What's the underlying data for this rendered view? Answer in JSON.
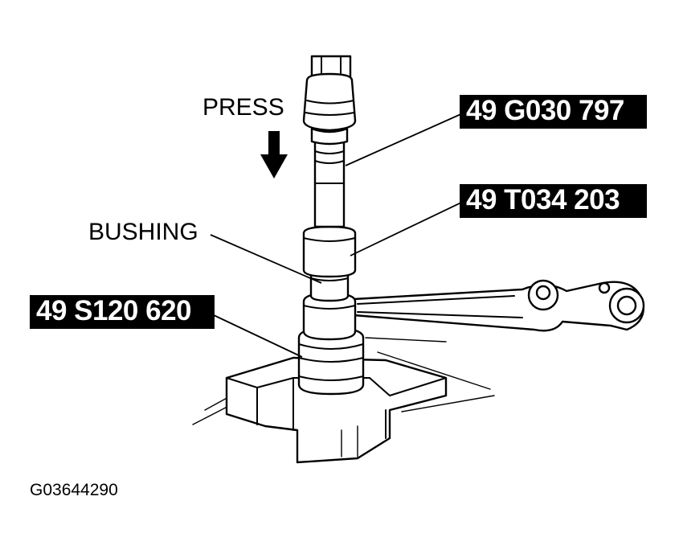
{
  "labels": {
    "press": "PRESS",
    "bushing": "BUSHING"
  },
  "tool_tags": {
    "adapter": "49 G030 797",
    "installer": "49 T034 203",
    "support": "49 S120 620"
  },
  "figure_code": "G03644290",
  "colors": {
    "ink": "#000000",
    "paper": "#ffffff"
  }
}
